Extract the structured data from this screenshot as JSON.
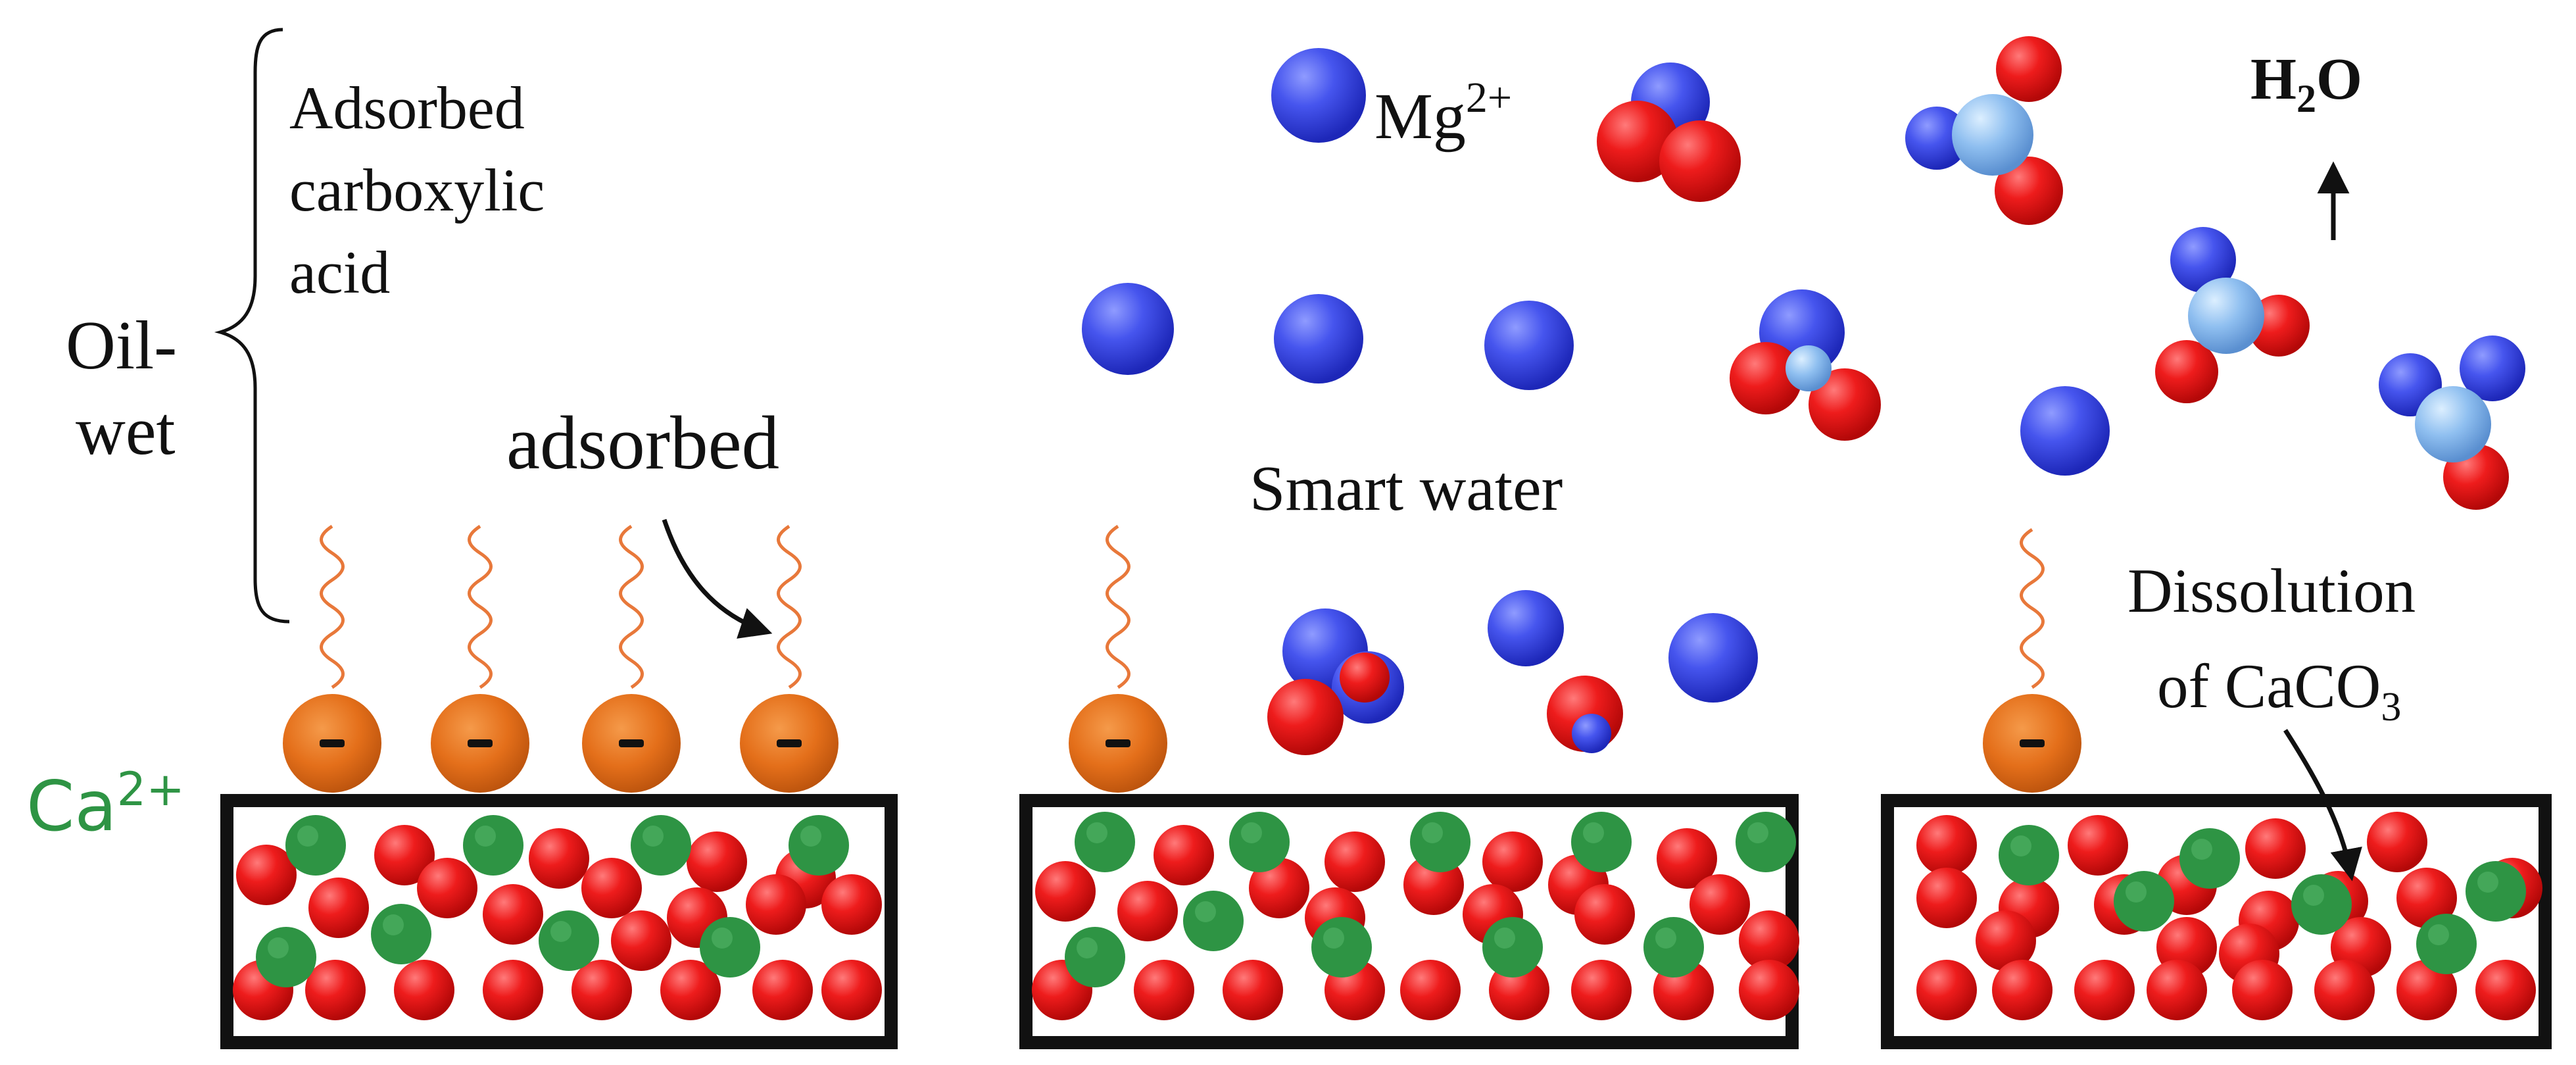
{
  "labels": {
    "adsorbed_acid": [
      "Adsorbed",
      "carboxylic",
      "acid"
    ],
    "oil_wet": [
      "Oil-",
      "wet"
    ],
    "adsorbed": "adsorbed",
    "calcium": "Ca",
    "calcium_charge": "2+",
    "magnesium": "Mg",
    "magnesium_charge": "2+",
    "smart_water": "Smart water",
    "water_h": "H",
    "water_sub": "2",
    "water_o": "O",
    "dissolution_line1": "Dissolution",
    "dissolution_line2_pre": "of CaCO",
    "dissolution_line2_sub": "3",
    "carboxylate_charge": "-"
  },
  "colors": {
    "calcium": "#2e9444",
    "carbonate_oxygen": "#ee1c1c",
    "magnesium": "#3341e6",
    "water_center": "#8fbff0",
    "carboxylate": "#e46f1a",
    "tail": "#e8783a",
    "frame": "#111111"
  },
  "icons": {
    "magnesium_ion": "blue-sphere",
    "water_molecule": "tetrahedral-cluster",
    "carboxylate_head": "orange-sphere-minus"
  }
}
